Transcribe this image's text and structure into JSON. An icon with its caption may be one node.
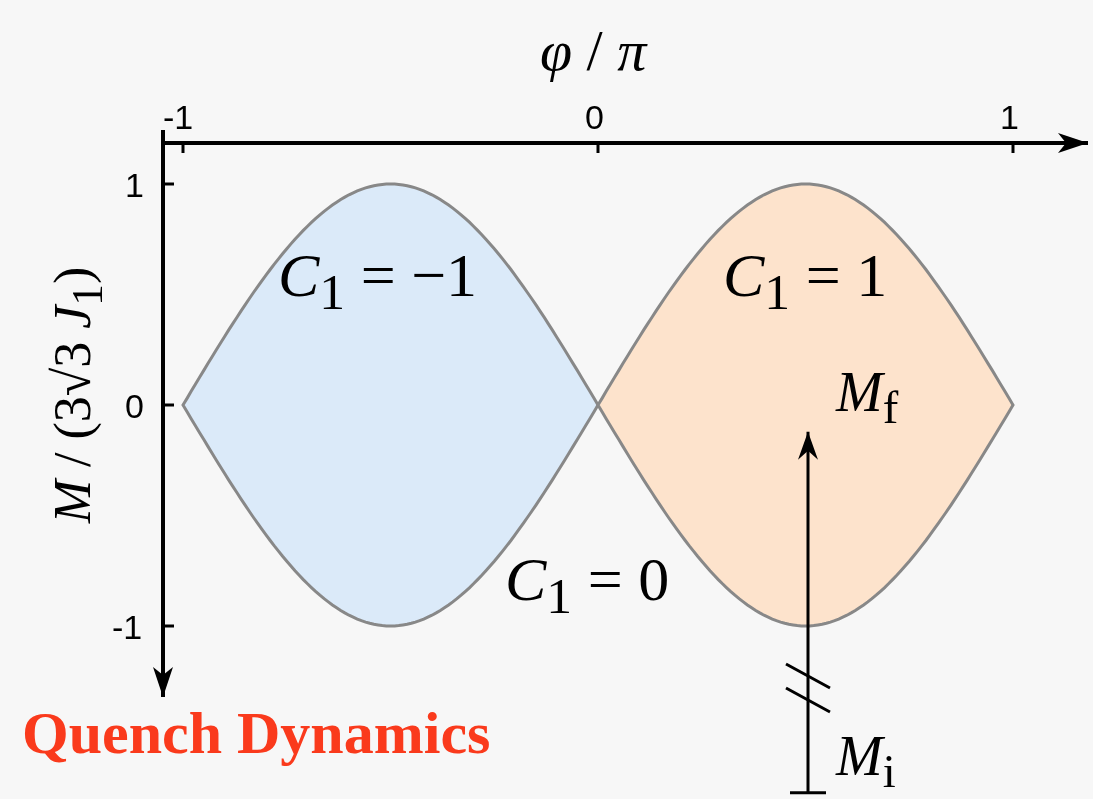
{
  "diagram": {
    "title": "Quench Dynamics",
    "nodes": [
      {
        "text": [
          "*C*$_{1}$ = −1"
        ]
      },
      {
        "text": [
          "*C*$_{1}$ = 1"
        ]
      },
      {
        "text": [
          "*M*$_{f}$"
        ],
        "in": 1
      },
      {
        "text": [
          "*M*$_{i}$"
        ]
      }
    ],
    "edges": [
      {
        "from": 3,
        "to": 2,
        "arrow": "to"
      }
    ],
    "labels": [
      "*φ* / *π*",
      "-1",
      "0",
      "1",
      "1",
      "0",
      "-1",
      "*M* / (3√3 *J*$_{1}$)",
      "*C*$_{1}$ = 0"
    ]
  }
}
